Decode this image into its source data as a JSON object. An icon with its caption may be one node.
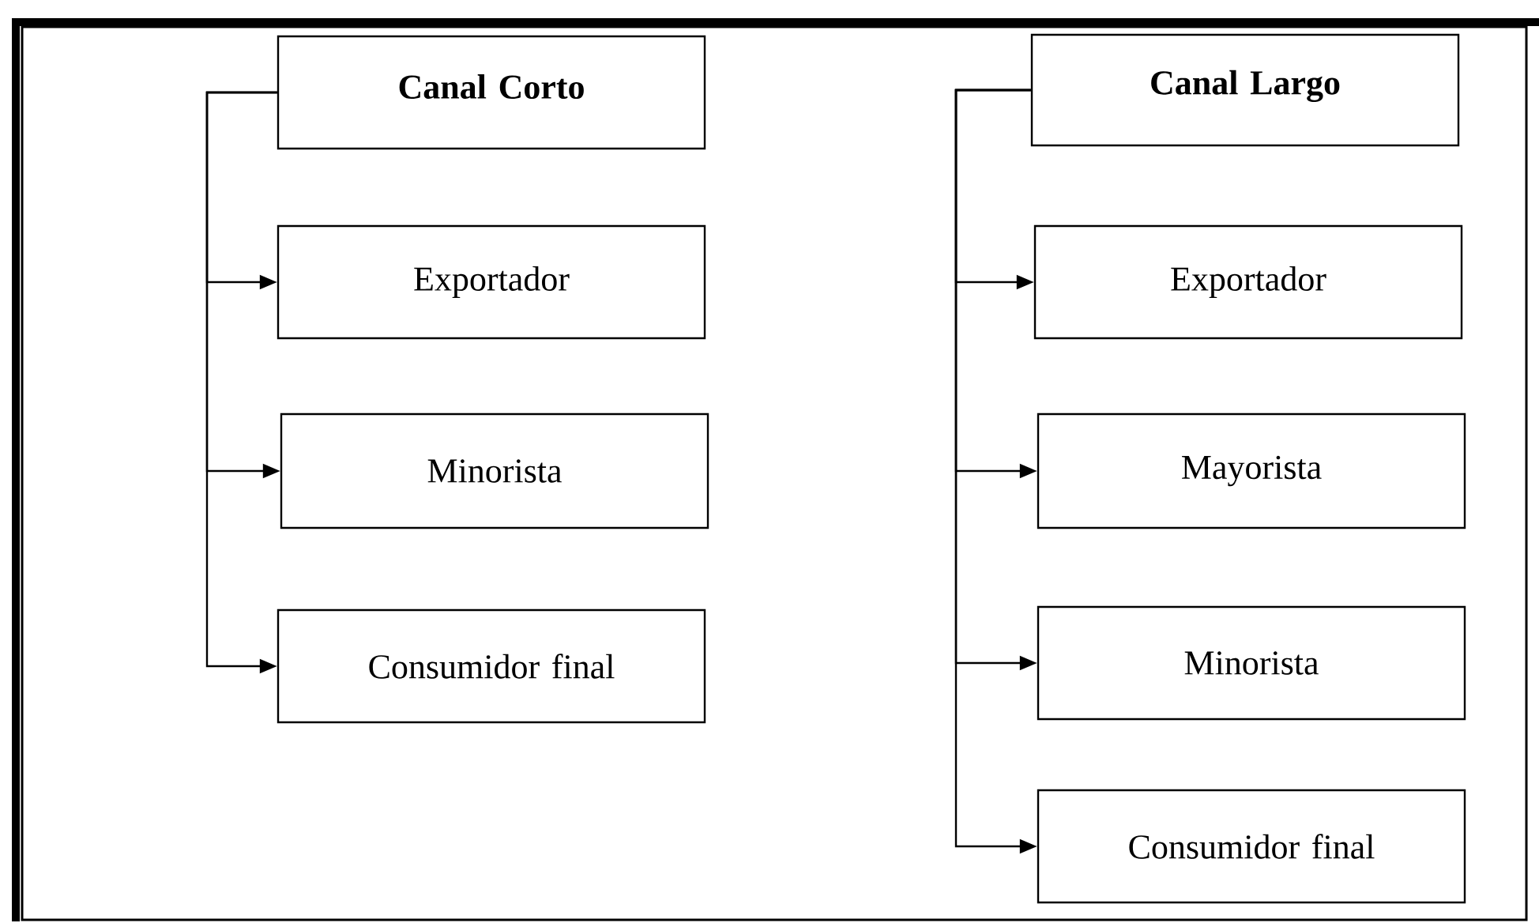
{
  "diagram": {
    "nodes": [
      {
        "text": [
          "Canal Corto"
        ]
      },
      {
        "text": [
          "Exportador"
        ]
      },
      {
        "text": [
          "Minorista"
        ]
      },
      {
        "text": [
          "Consumidor final"
        ]
      },
      {
        "text": [
          "Canal Largo"
        ]
      },
      {
        "text": [
          "Exportador"
        ]
      },
      {
        "text": [
          "Mayorista"
        ]
      },
      {
        "text": [
          "Minorista"
        ]
      },
      {
        "text": [
          "Consumidor final"
        ]
      }
    ],
    "edges": [
      {
        "from": 0,
        "to": 1,
        "arrow": "to"
      },
      {
        "from": 0,
        "to": 2,
        "arrow": "to"
      },
      {
        "from": 0,
        "to": 3,
        "arrow": "to"
      },
      {
        "from": 4,
        "to": 5,
        "arrow": "to"
      },
      {
        "from": 4,
        "to": 6,
        "arrow": "to"
      },
      {
        "from": 4,
        "to": 7,
        "arrow": "to"
      },
      {
        "from": 4,
        "to": 8,
        "arrow": "to"
      }
    ]
  }
}
